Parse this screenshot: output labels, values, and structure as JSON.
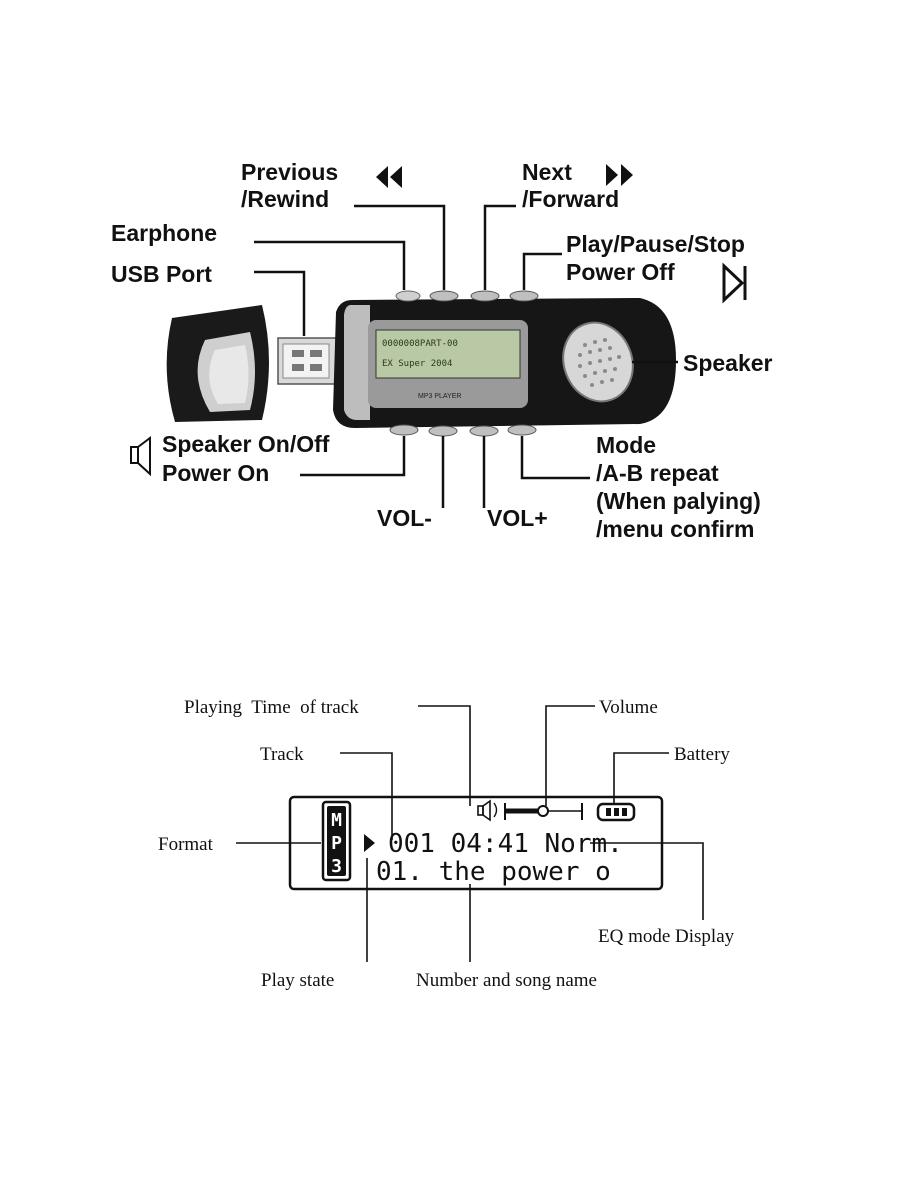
{
  "player_labels": {
    "previous": [
      "Previous",
      "/Rewind"
    ],
    "next": [
      "Next",
      "/Forward"
    ],
    "earphone": "Earphone",
    "usb_port": "USB Port",
    "play_pause": [
      "Play/Pause/Stop",
      "Power Off"
    ],
    "speaker": "Speaker",
    "speaker_onoff": [
      "Speaker On/Off",
      "Power On"
    ],
    "vol_minus": "VOL-",
    "vol_plus": "VOL+",
    "mode": [
      "Mode",
      "/A-B repeat",
      "(When palying)",
      "/menu confirm"
    ]
  },
  "device_screen": {
    "line1": "0000008PART-00",
    "line2": "EX     Super 2004",
    "brand": "MP3 PLAYER"
  },
  "lcd_labels": {
    "playing_time": "Playing  Time  of track",
    "volume": "Volume",
    "track": "Track",
    "battery": "Battery",
    "format": "Format",
    "eq_mode": "EQ mode Display",
    "play_state": "Play state",
    "number_song": "Number and song name"
  },
  "lcd_display": {
    "format_letters": [
      "M",
      "P",
      "3"
    ],
    "line1": "001 04:41 Norm.",
    "line2": "01. the power o"
  },
  "icons": [
    "rewind-icon",
    "forward-icon",
    "play-pause-icon",
    "speaker-icon",
    "volume-icon",
    "battery-icon",
    "play-state-icon"
  ]
}
